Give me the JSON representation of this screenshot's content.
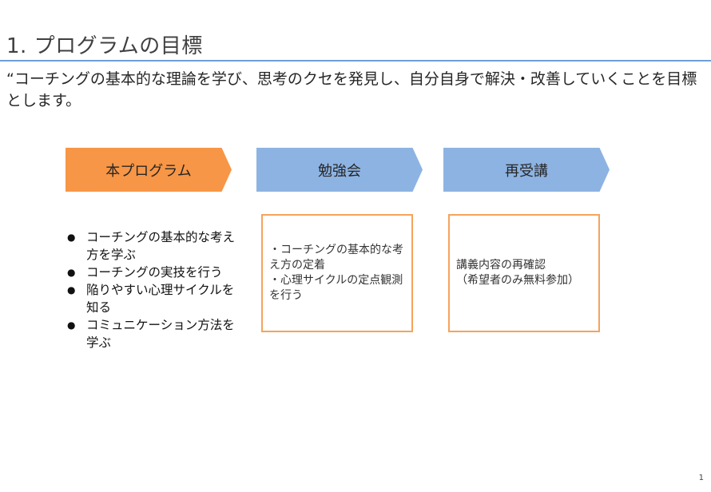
{
  "slide": {
    "title": "1. プログラムの目標",
    "goal": "“コーチングの基本的な理論を学び、思考のクセを発見し、自分自身で解決・改善していくことを目標とします。",
    "page_number": "1"
  },
  "colors": {
    "accent_orange": "#f79646",
    "accent_blue": "#8db3e2",
    "box_border": "#f5a35b",
    "title_rule": "#6e9fd6"
  },
  "steps": [
    {
      "label": "本プログラム"
    },
    {
      "label": "勉強会"
    },
    {
      "label": "再受講"
    }
  ],
  "program_items": [
    "コーチングの基本的な考え方を学ぶ",
    "コーチングの実技を行う",
    "陥りやすい心理サイクルを知る",
    "コミュニケーション方法を学ぶ"
  ],
  "study_box": {
    "lines": [
      "・コーチングの基本的な考え方の定着",
      "・心理サイクルの定点観測を行う"
    ]
  },
  "retake_box": {
    "lines": [
      "講義内容の再確認",
      "（希望者のみ無料参加）"
    ]
  }
}
